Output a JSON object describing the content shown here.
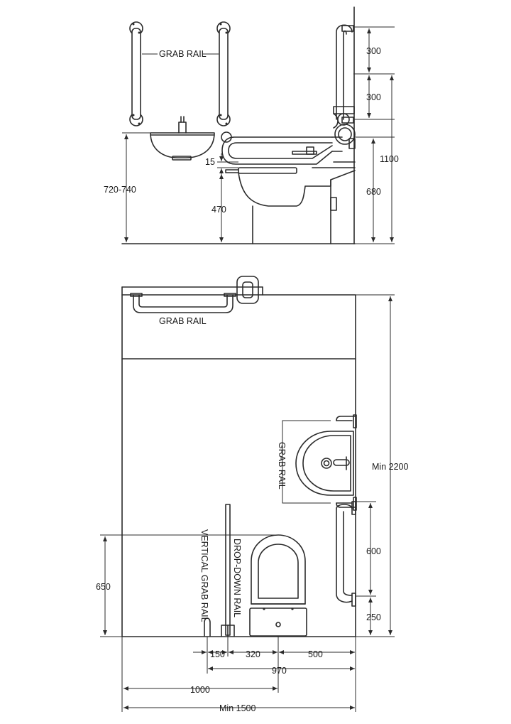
{
  "elevation": {
    "label_grab_rail": "GRAB RAIL",
    "dim_300_top": "300",
    "dim_300_mid": "300",
    "dim_1100": "1100",
    "dim_680": "680",
    "dim_15": "15",
    "dim_470": "470",
    "dim_720_740": "720-740"
  },
  "plan": {
    "label_grab_rail_top": "GRAB RAIL",
    "label_grab_rail_side": "GRAB RAIL",
    "label_vertical_grab_rail": "VERTICAL GRAB RAIL",
    "label_drop_down_rail": "DROP-DOWN RAIL",
    "dim_min_2200": "Min 2200",
    "dim_600": "600",
    "dim_250": "250",
    "dim_650": "650",
    "dim_150": "150",
    "dim_320": "320",
    "dim_500": "500",
    "dim_970": "970",
    "dim_1000": "1000",
    "dim_min_1500": "Min 1500"
  }
}
